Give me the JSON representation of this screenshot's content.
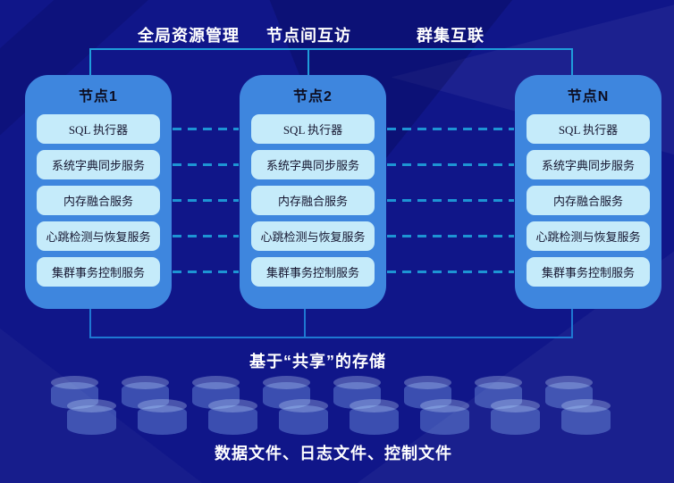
{
  "diagram": {
    "top_labels": [
      {
        "label": "全局资源管理"
      },
      {
        "label": "节点间互访"
      },
      {
        "label": "群集互联"
      }
    ],
    "nodes": [
      {
        "title": "节点1",
        "services": [
          "SQL 执行器",
          "系统字典同步服务",
          "内存融合服务",
          "心跳检测与恢复服务",
          "集群事务控制服务"
        ]
      },
      {
        "title": "节点2",
        "services": [
          "SQL 执行器",
          "系统字典同步服务",
          "内存融合服务",
          "心跳检测与恢复服务",
          "集群事务控制服务"
        ]
      },
      {
        "title": "节点N",
        "services": [
          "SQL 执行器",
          "系统字典同步服务",
          "内存融合服务",
          "心跳检测与恢复服务",
          "集群事务控制服务"
        ]
      }
    ],
    "storage": {
      "title": "基于“共享”的存储",
      "files_label": "数据文件、日志文件、控制文件",
      "cylinder_rows": [
        {
          "count": 8
        },
        {
          "count": 8
        }
      ]
    },
    "colors": {
      "background": "#101689",
      "node_fill": "#3e86de",
      "service_fill": "#c5ebfa",
      "top_bracket_line": "#1f9ddb",
      "bottom_bracket_line": "#1e78d2",
      "dashed_link": "#1d94d4",
      "label_text": "#ffffff",
      "node_title_text": "#0d0d20",
      "service_text": "#14142e"
    }
  }
}
